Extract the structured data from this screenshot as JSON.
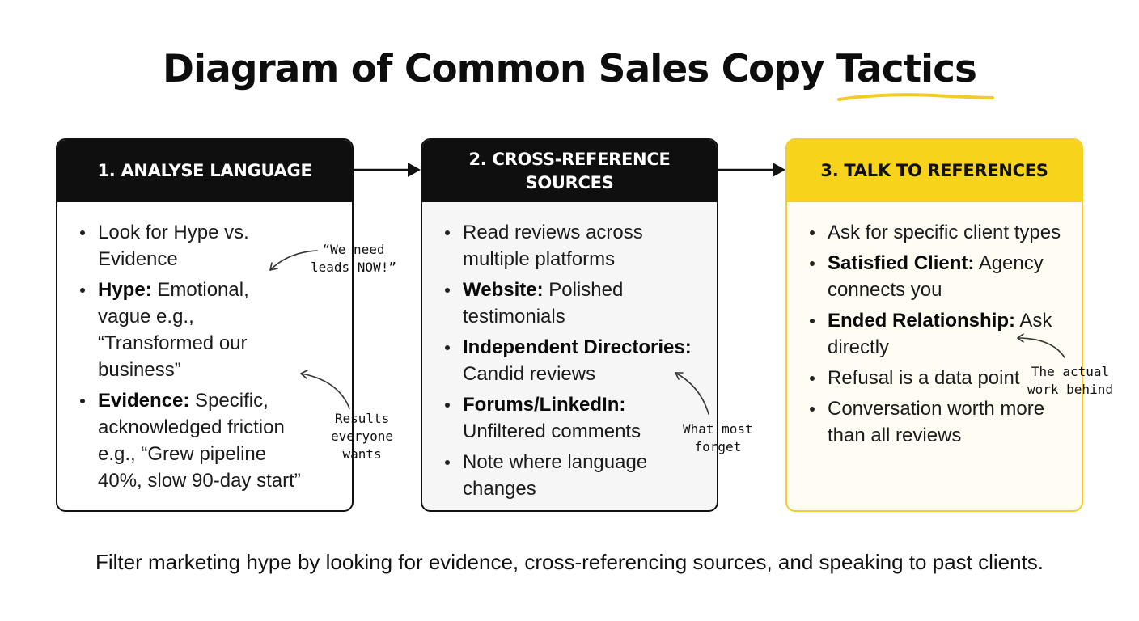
{
  "title": "Diagram of Common Sales Copy Tactics",
  "cards": [
    {
      "header": "1. ANALYSE LANGUAGE",
      "items": [
        {
          "bold": "",
          "text": "Look for Hype vs. Evidence"
        },
        {
          "bold": "Hype:",
          "text": " Emotional, vague e.g., “Transformed our business”"
        },
        {
          "bold": "Evidence:",
          "text": " Specific, acknowledged friction e.g., “Grew pipeline 40%, slow 90-day start”"
        }
      ]
    },
    {
      "header": "2. CROSS-REFERENCE SOURCES",
      "items": [
        {
          "bold": "",
          "text": "Read reviews across multiple platforms"
        },
        {
          "bold": "Website:",
          "text": " Polished testimonials"
        },
        {
          "bold": "Independent Directories:",
          "text": " Candid reviews"
        },
        {
          "bold": "Forums/LinkedIn:",
          "text": " Unfiltered comments"
        },
        {
          "bold": "",
          "text": "Note where language changes"
        }
      ]
    },
    {
      "header": "3. TALK TO REFERENCES",
      "items": [
        {
          "bold": "",
          "text": "Ask for specific client types"
        },
        {
          "bold": "Satisfied Client:",
          "text": " Agency connects you"
        },
        {
          "bold": "Ended Relationship:",
          "text": " Ask directly"
        },
        {
          "bold": "",
          "text": "Refusal is a data point"
        },
        {
          "bold": "",
          "text": "Conversation worth more than all reviews"
        }
      ]
    }
  ],
  "notes": {
    "we_need_leads_1": "“We need",
    "we_need_leads_2": "leads NOW!”",
    "results_1": "Results",
    "results_2": "everyone",
    "results_3": "wants",
    "what_most_1": "What most",
    "what_most_2": "forget",
    "actual_work_1": "The actual",
    "actual_work_2": "work behind"
  },
  "caption": "Filter marketing hype by looking for evidence, cross-referencing sources, and speaking to past clients.",
  "colors": {
    "accent_yellow": "#f7d31c",
    "header_black": "#0f0f0f"
  }
}
